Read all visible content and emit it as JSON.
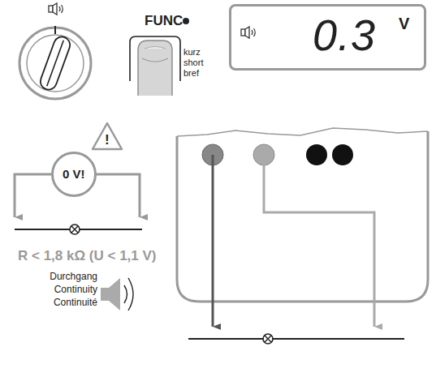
{
  "diagram": {
    "nodes": [
      {
        "text": [
          "0.3",
          "V"
        ]
      },
      {
        "text": [
          "0 V!"
        ]
      },
      {
        "text": [
          "!"
        ]
      }
    ],
    "labels": [
      "FUNC",
      "kurz",
      "short",
      "bref",
      "R < 1,8 kΩ (U < 1,1 V)",
      "Durchgang",
      "Continuity",
      "Continuité"
    ]
  }
}
